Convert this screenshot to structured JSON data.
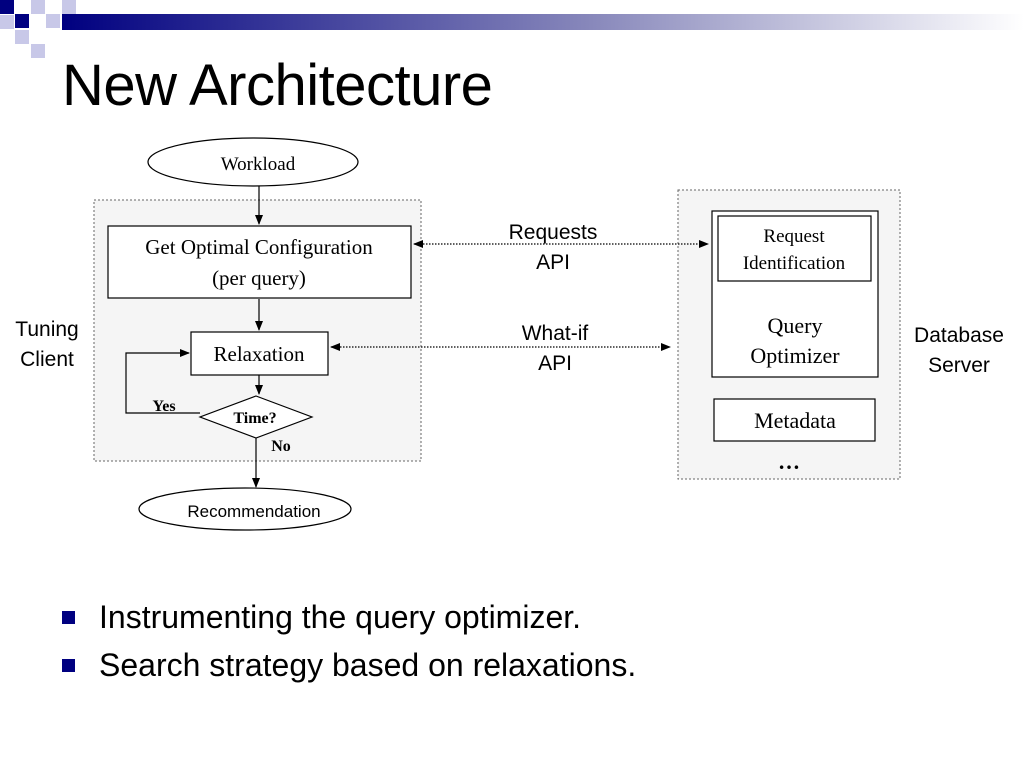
{
  "slide": {
    "title": "New Architecture",
    "accent_color": "#000080"
  },
  "diagram": {
    "workload": "Workload",
    "get_optimal_line1": "Get Optimal Configuration",
    "get_optimal_line2": "(per query)",
    "relaxation": "Relaxation",
    "time_decision": "Time?",
    "yes": "Yes",
    "no": "No",
    "recommendation": "Recommendation",
    "tuning_client_line1": "Tuning",
    "tuning_client_line2": "Client",
    "requests_api_line1": "Requests",
    "requests_api_line2": "API",
    "whatif_api_line1": "What-if",
    "whatif_api_line2": "API",
    "request_id_line1": "Request",
    "request_id_line2": "Identification",
    "query_optimizer_line1": "Query",
    "query_optimizer_line2": "Optimizer",
    "metadata": "Metadata",
    "ellipsis": "…",
    "database_server_line1": "Database",
    "database_server_line2": "Server"
  },
  "bullets": [
    "Instrumenting the query optimizer.",
    "Search strategy based on relaxations."
  ]
}
